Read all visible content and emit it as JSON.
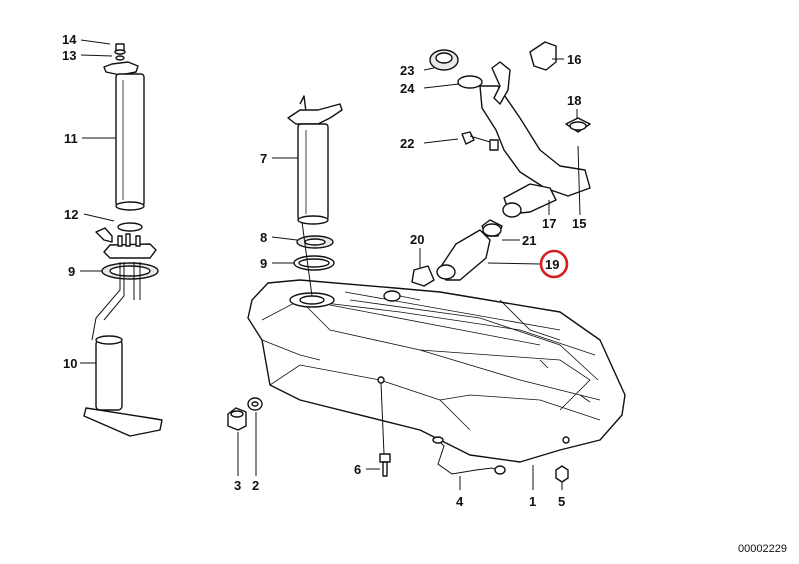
{
  "diagram": {
    "callouts": [
      {
        "id": "c14",
        "text": "14"
      },
      {
        "id": "c13",
        "text": "13"
      },
      {
        "id": "c11",
        "text": "11"
      },
      {
        "id": "c12",
        "text": "12"
      },
      {
        "id": "c9a",
        "text": "9"
      },
      {
        "id": "c10",
        "text": "10"
      },
      {
        "id": "c7",
        "text": "7"
      },
      {
        "id": "c8",
        "text": "8"
      },
      {
        "id": "c9b",
        "text": "9"
      },
      {
        "id": "c23",
        "text": "23"
      },
      {
        "id": "c24",
        "text": "24"
      },
      {
        "id": "c22",
        "text": "22"
      },
      {
        "id": "c16",
        "text": "16"
      },
      {
        "id": "c18",
        "text": "18"
      },
      {
        "id": "c17",
        "text": "17"
      },
      {
        "id": "c15",
        "text": "15"
      },
      {
        "id": "c20",
        "text": "20"
      },
      {
        "id": "c21",
        "text": "21"
      },
      {
        "id": "c19",
        "text": "19"
      },
      {
        "id": "c3",
        "text": "3"
      },
      {
        "id": "c2",
        "text": "2"
      },
      {
        "id": "c6",
        "text": "6"
      },
      {
        "id": "c4",
        "text": "4"
      },
      {
        "id": "c1",
        "text": "1"
      },
      {
        "id": "c5",
        "text": "5"
      }
    ],
    "highlighted_callout": "19",
    "highlight_color": "#d42020",
    "drawing_number": "00002229"
  }
}
